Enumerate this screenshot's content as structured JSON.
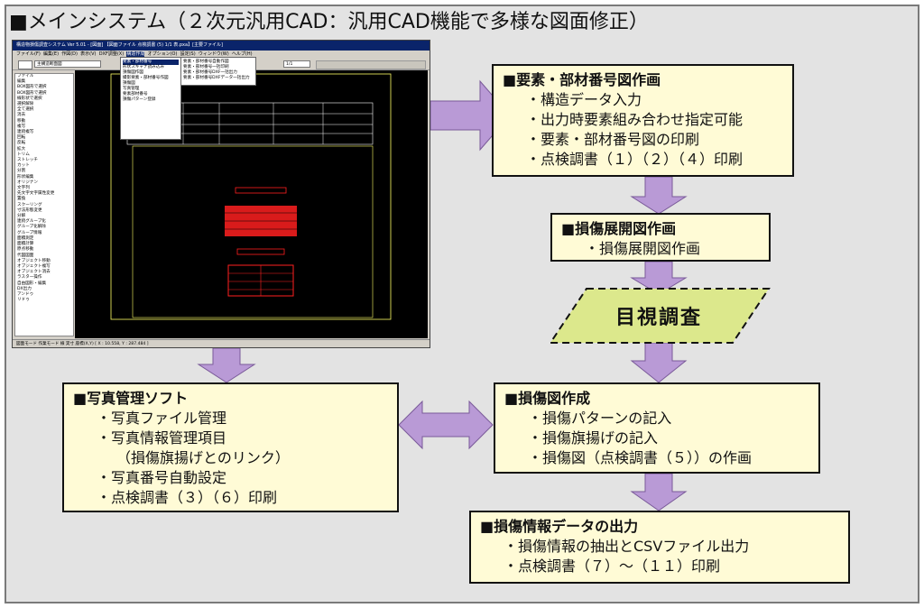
{
  "title": "■メインシステム（２次元汎用CAD：汎用CAD機能で多様な図面修正）",
  "screenshot": {
    "window_title": "構造物損傷調査システム Ver 5.01 - [図面]  【図面ファイル 点検調書 (5) 1/1 表.pxa】[主要ファイル]",
    "menu": [
      "ファイル(F)",
      "編集(E)",
      "作図(D)",
      "表示(V)",
      "DXF調整(X)",
      "構造作成",
      "オプション(O)",
      "設定(S)",
      "ウィンドウ(W)",
      "ヘルプ(H)"
    ],
    "dropdown_items": [
      "要素・部材番号",
      "形状スキャナ読み込み",
      "損傷図作図",
      "撮影要素・部材番号作図",
      "損傷図",
      "写真管理",
      "要素部材番号",
      "損傷パターン登録"
    ],
    "submenu_items": [
      "要素・部材番号自動作図",
      "要素・部材番号一括印刷",
      "要素・部材番号DXF一括出力",
      "要素・部材番号DXFデータ一括出力"
    ],
    "tree_items": [
      "ファイル",
      "編集",
      "BOX図形で選択",
      "BOX図形で選択",
      "線形状で選択",
      "選択解除",
      "全て選択",
      "消去",
      "移動",
      "複写",
      "連続複写",
      "回転",
      "反転",
      "拡大",
      "トリム",
      "ストレッチ",
      "カット",
      "分割",
      "形状編集",
      "オリジナン",
      "文字列",
      "先文字文字属性変更",
      "置換",
      "スクーリング",
      "寸法形態変更",
      "分解",
      "連続グループ化",
      "グループ化解除",
      "グループ情報",
      "面積測定",
      "面積計算",
      "原点移動",
      "代図図面",
      "オブジェクト移動",
      "オブジェクト複写",
      "オブジェクト消去",
      "ラスター操作",
      "自由図形・編集",
      "DX出力",
      "アンドゥ",
      "リドゥ"
    ],
    "status": "図面モード  作業モード  線  実寸  座標(X,Y)  [ X : 10.558, Y : 287.484 ]",
    "toolbar_layer": "主構造断面図",
    "toolbar_scale": "1/1"
  },
  "boxes": {
    "element": {
      "heading": "■要素・部材番号図作画",
      "lines": [
        "・構造データ入力",
        "・出力時要素組み合わせ指定可能",
        "・要素・部材番号図の印刷",
        "・点検調書（１）（２）（４）印刷"
      ]
    },
    "damage_dev": {
      "heading": "■損傷展開図作画",
      "lines": [
        "・損傷展開図作画"
      ]
    },
    "visual": {
      "label": "目視調査"
    },
    "damage_draw": {
      "heading": "■損傷図作成",
      "lines": [
        "・損傷パターンの記入",
        "・損傷旗揚げの記入",
        "・損傷図（点検調書（５））の作画"
      ]
    },
    "data_output": {
      "heading": "■損傷情報データの出力",
      "lines": [
        "・損傷情報の抽出とCSVファイル出力",
        "・点検調書（７）～（１１）印刷"
      ]
    },
    "photo": {
      "heading": "■写真管理ソフト",
      "lines": [
        "・写真ファイル管理",
        "・写真情報管理項目",
        "（損傷旗揚げとのリンク）",
        "・写真番号自動設定",
        "・点検調書（３）（６）印刷"
      ]
    }
  },
  "colors": {
    "arrow_fill": "#b99ad6",
    "arrow_stroke": "#7a5a99",
    "box_fill": "#fffbd6",
    "parallelogram_fill": "#dce88c",
    "background": "#e3e3e3",
    "cad_canvas": "#000000",
    "cad_red": "#ff2020",
    "cad_yellow": "#ffff66"
  }
}
